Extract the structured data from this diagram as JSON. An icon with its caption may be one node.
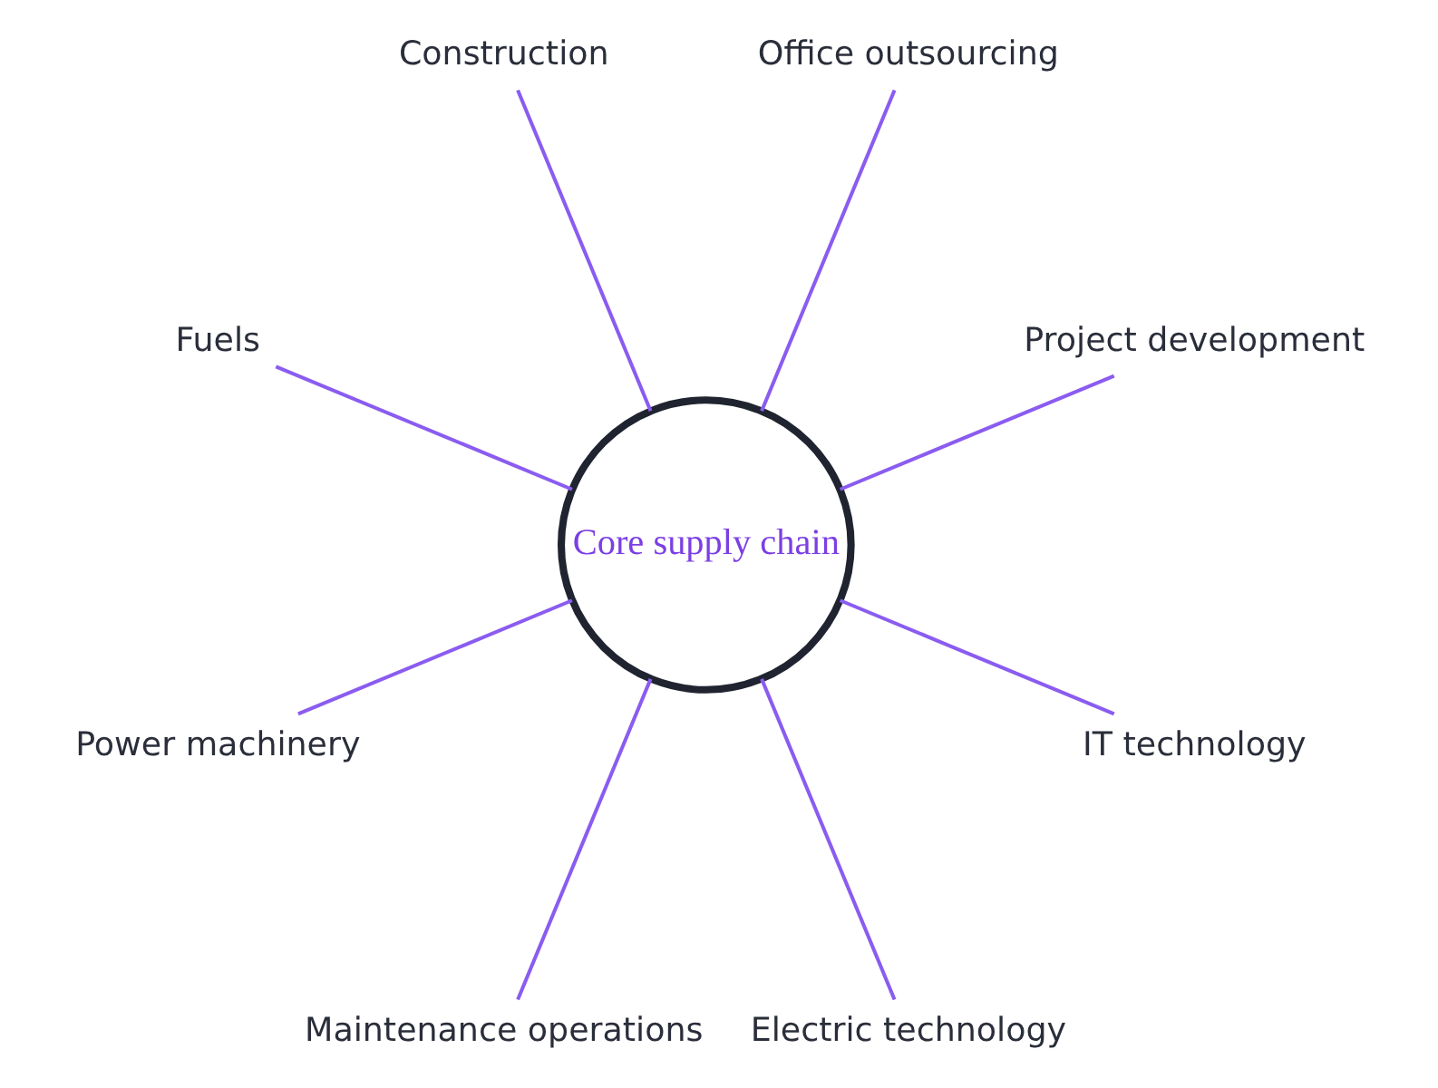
{
  "diagram": {
    "nodes": [
      {
        "text": [
          "Project development"
        ]
      },
      {
        "text": [
          "Office outsourcing"
        ]
      },
      {
        "text": [
          "Construction"
        ]
      },
      {
        "text": [
          "Fuels"
        ]
      },
      {
        "text": [
          "Core supply chain"
        ]
      },
      {
        "text": [
          "Power machinery"
        ]
      },
      {
        "text": [
          "Maintenance operations"
        ]
      },
      {
        "text": [
          "Electric technology"
        ]
      },
      {
        "text": [
          "IT technology"
        ]
      }
    ],
    "edges": [
      {
        "from": 4,
        "to": 0,
        "arrow": "none"
      },
      {
        "from": 4,
        "to": 2,
        "arrow": "none"
      },
      {
        "from": 4,
        "to": 5,
        "arrow": "none"
      },
      {
        "from": 4,
        "to": 7,
        "arrow": "none"
      },
      {
        "from": 4,
        "to": 8,
        "arrow": "none"
      },
      {
        "from": 4,
        "to": 6,
        "arrow": "none"
      },
      {
        "from": 4,
        "to": 3,
        "arrow": "none"
      },
      {
        "from": 4,
        "to": 1,
        "arrow": "none"
      }
    ]
  }
}
